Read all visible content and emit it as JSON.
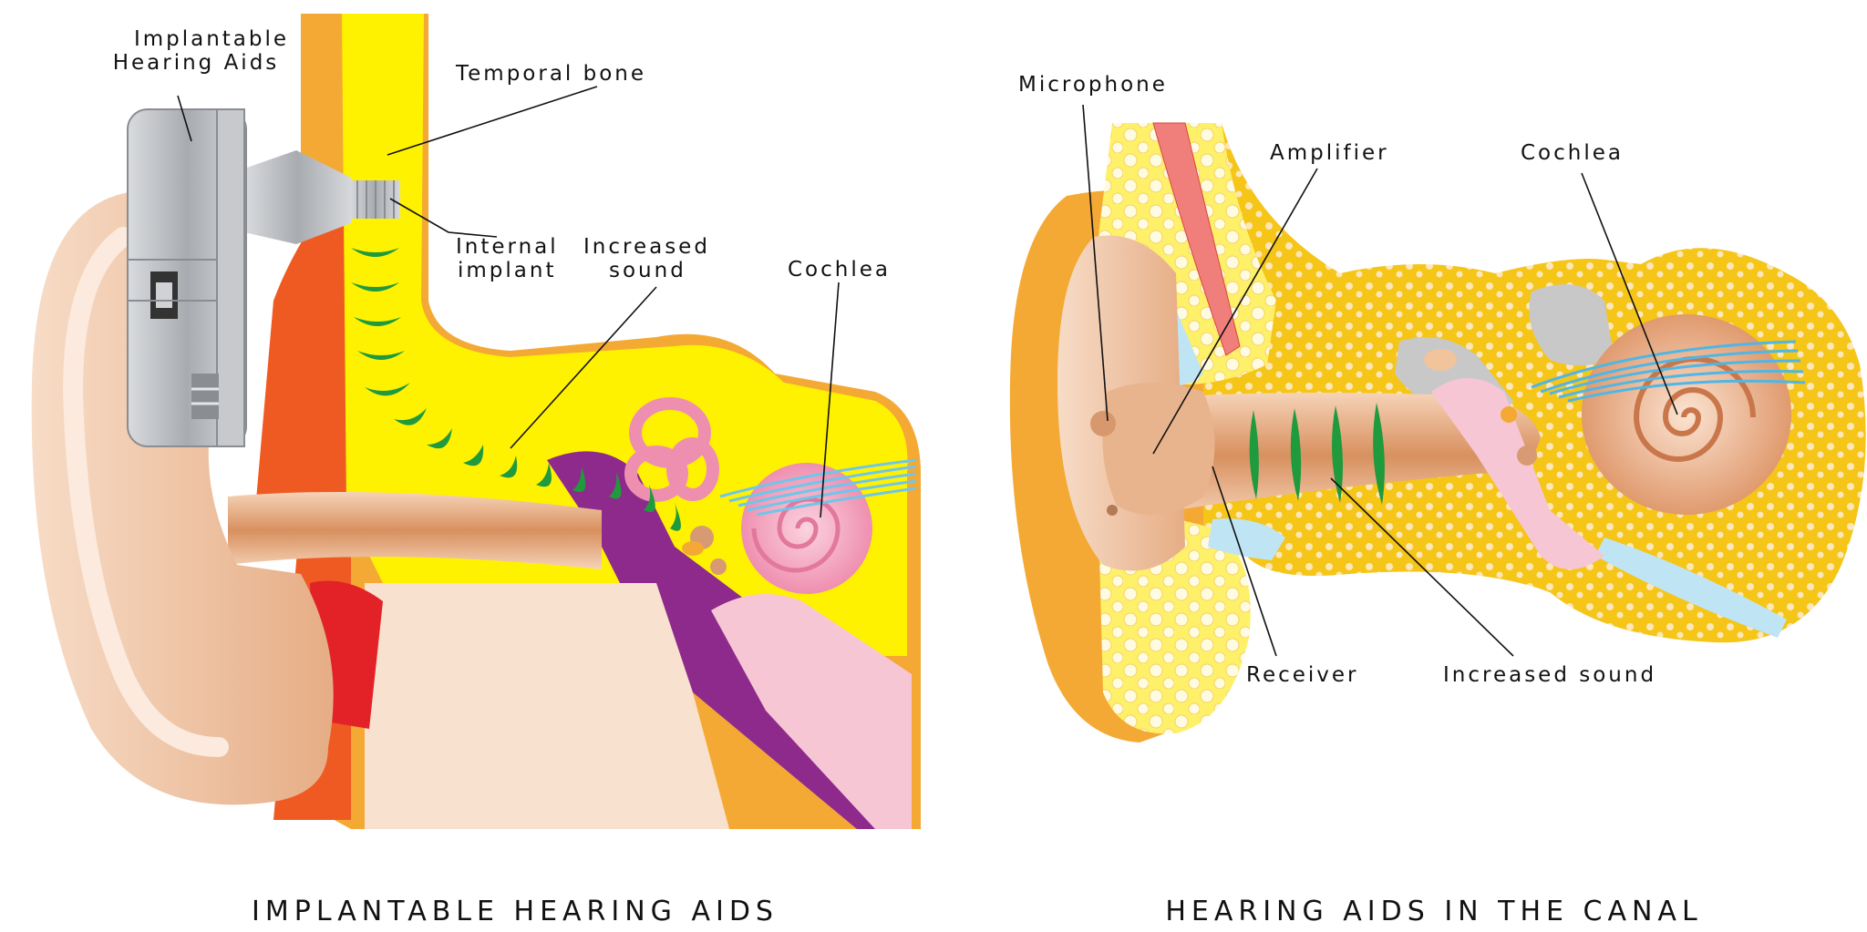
{
  "left_panel": {
    "caption": "IMPLANTABLE HEARING AIDS",
    "labels": {
      "implantable_line1": "Implantable",
      "implantable_line2": "Hearing Aids",
      "temporal_bone": "Temporal bone",
      "internal_line1": "Internal",
      "internal_line2": "implant",
      "increased_line1": "Increased",
      "increased_line2": "sound",
      "cochlea": "Cochlea"
    }
  },
  "right_panel": {
    "caption": "HEARING AIDS IN THE CANAL",
    "labels": {
      "microphone": "Microphone",
      "amplifier": "Amplifier",
      "cochlea": "Cochlea",
      "receiver": "Receiver",
      "increased_sound": "Increased sound"
    }
  },
  "colors": {
    "skin": "#f2c9a8",
    "skin_dark": "#e3a77c",
    "bone_orange": "#f4a934",
    "bone_yellow": "#fff200",
    "bone_gold": "#f5c518",
    "muscle_orange": "#ef5a23",
    "red": "#e32228",
    "purple": "#8e2a8c",
    "cochlea_pink": "#f39bb8",
    "soft_pink": "#f7c6d4",
    "nerve_blue": "#6ec6ea",
    "sound_green": "#1f9a3c",
    "device_gray": "#b9bcc0"
  }
}
